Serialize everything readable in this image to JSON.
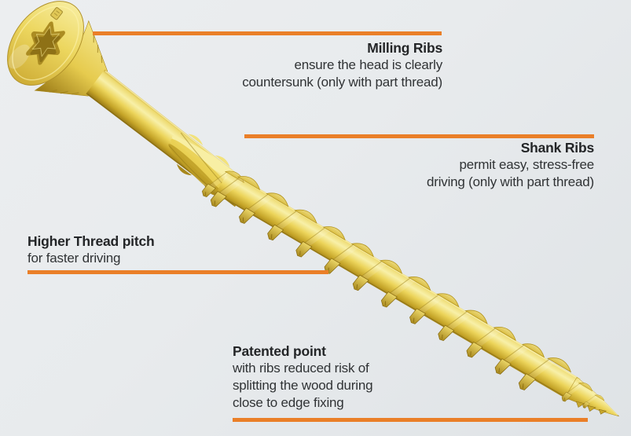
{
  "accent_color": "#ea7f28",
  "text_color": "#2a2c2e",
  "background": {
    "top": "#eceef0",
    "bottom": "#dfe3e6"
  },
  "illustration": {
    "name": "yellow-countersunk-torx-wood-screw",
    "main_color": "#e8cf52",
    "highlight_color": "#f8f0a8",
    "shadow_color": "#8a6d12"
  },
  "annotations": [
    {
      "id": "milling-ribs",
      "title": "Milling Ribs",
      "body": [
        "ensure the head is clearly",
        "countersunk (only with part thread)"
      ]
    },
    {
      "id": "shank-ribs",
      "title": "Shank Ribs",
      "body": [
        "permit easy, stress-free",
        "driving (only with part thread)"
      ]
    },
    {
      "id": "higher-thread-pitch",
      "title": "Higher Thread pitch",
      "body": [
        "for faster driving"
      ]
    },
    {
      "id": "patented-point",
      "title": "Patented point",
      "body": [
        "with ribs reduced risk of",
        "splitting the wood during",
        "close to edge fixing"
      ]
    }
  ]
}
